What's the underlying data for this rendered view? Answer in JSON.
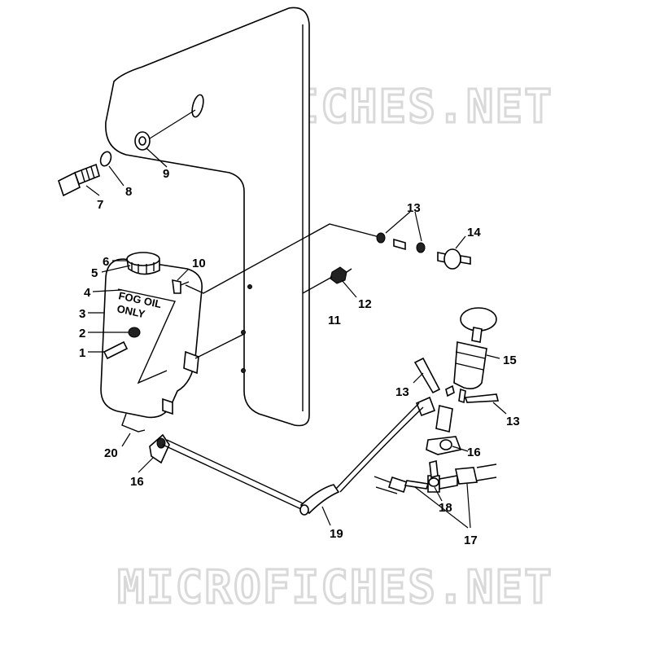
{
  "watermark": {
    "text": "MICROFICHES.NET"
  },
  "tank_label": {
    "line1": "FOG OIL",
    "line2": "ONLY"
  },
  "callouts": {
    "c1": "1",
    "c2": "2",
    "c3": "3",
    "c4": "4",
    "c5": "5",
    "c6": "6",
    "c7": "7",
    "c8": "8",
    "c9": "9",
    "c10": "10",
    "c11": "11",
    "c12": "12",
    "c13a": "13",
    "c13b": "13",
    "c13c": "13",
    "c14": "14",
    "c15": "15",
    "c16a": "16",
    "c16b": "16",
    "c17": "17",
    "c18": "18",
    "c19": "19",
    "c20": "20"
  }
}
